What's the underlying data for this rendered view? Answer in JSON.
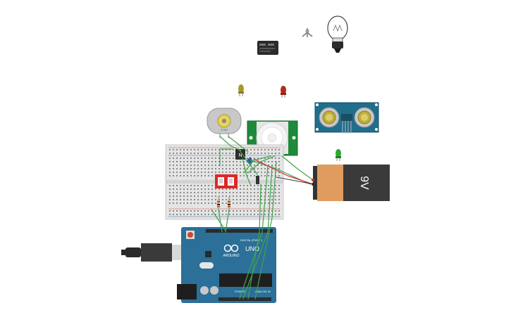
{
  "battery": {
    "label": "9V"
  },
  "arduino": {
    "logo_text": "ARDUINO",
    "model": "UNO",
    "digital_label": "DIGITAL (PWM~)",
    "power_label": "POWER",
    "analog_label": "ANALOG IN"
  },
  "motor": {
    "label": "VZ180"
  },
  "transistor": {
    "label": "N"
  },
  "colors": {
    "wire_green": "#3fa34d",
    "wire_red": "#d8262a",
    "arduino_blue": "#2c6f98",
    "pir_green": "#1d8a3a",
    "ultrasonic_blue": "#1f6e8c",
    "battery_orange": "#e09c5f",
    "dip_red": "#e02626"
  }
}
